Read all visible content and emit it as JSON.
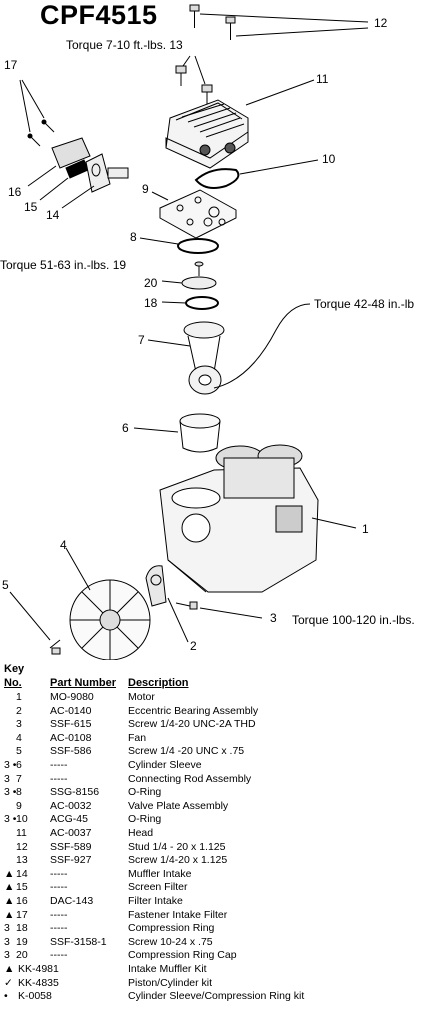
{
  "title": "CPF4515",
  "torque_labels": {
    "t13": "Torque  7-10 ft.-lbs. 13",
    "t19": "Torque  51-63 in.-lbs. 19",
    "t7": "Torque  42-48 in.-lb",
    "t3": "Torque 100-120 in.-lbs."
  },
  "callouts": {
    "n12": "12",
    "n11": "11",
    "n10": "10",
    "n9": "9",
    "n17": "17",
    "n16": "16",
    "n15": "15",
    "n14": "14",
    "n8": "8",
    "n20": "20",
    "n18": "18",
    "n7": "7",
    "n6": "6",
    "n1": "1",
    "n4": "4",
    "n5": "5",
    "n3": "3",
    "n2": "2"
  },
  "legend": {
    "key": "Key",
    "headers": {
      "no": "No.",
      "part": "Part Number",
      "desc": "Description"
    },
    "rows": [
      {
        "mark": "",
        "no": "1",
        "part": "MO-9080",
        "desc": "Motor"
      },
      {
        "mark": "",
        "no": "2",
        "part": "AC-0140",
        "desc": "Eccentric Bearing Assembly"
      },
      {
        "mark": "",
        "no": "3",
        "part": "SSF-615",
        "desc": "Screw 1/4-20 UNC-2A THD"
      },
      {
        "mark": "",
        "no": "4",
        "part": "AC-0108",
        "desc": "Fan"
      },
      {
        "mark": "",
        "no": "5",
        "part": "SSF-586",
        "desc": "Screw 1/4 -20 UNC x .75"
      },
      {
        "mark": "3 •",
        "no": "6",
        "part": "-----",
        "desc": "Cylinder Sleeve"
      },
      {
        "mark": "3",
        "no": "7",
        "part": "-----",
        "desc": "Connecting Rod Assembly"
      },
      {
        "mark": "3 •",
        "no": "8",
        "part": "SSG-8156",
        "desc": "O-Ring"
      },
      {
        "mark": "",
        "no": "9",
        "part": "AC-0032",
        "desc": "Valve Plate Assembly"
      },
      {
        "mark": "3 •",
        "no": "10",
        "part": "ACG-45",
        "desc": "O-Ring"
      },
      {
        "mark": "",
        "no": "11",
        "part": "AC-0037",
        "desc": "Head"
      },
      {
        "mark": "",
        "no": "12",
        "part": "SSF-589",
        "desc": "Stud 1/4 - 20 x 1.125"
      },
      {
        "mark": "",
        "no": "13",
        "part": "SSF-927",
        "desc": "Screw 1/4-20 x 1.125"
      },
      {
        "mark": "▲",
        "no": "14",
        "part": "-----",
        "desc": "Muffler Intake"
      },
      {
        "mark": "▲",
        "no": "15",
        "part": "-----",
        "desc": "Screen Filter"
      },
      {
        "mark": "▲",
        "no": "16",
        "part": "DAC-143",
        "desc": "Filter Intake"
      },
      {
        "mark": "▲",
        "no": "17",
        "part": "-----",
        "desc": "Fastener Intake Filter"
      },
      {
        "mark": "3",
        "no": "18",
        "part": "-----",
        "desc": "Compression Ring"
      },
      {
        "mark": "3",
        "no": "19",
        "part": "SSF-3158-1",
        "desc": "Screw 10-24 x .75"
      },
      {
        "mark": "3",
        "no": "20",
        "part": "-----",
        "desc": "Compression Ring Cap"
      }
    ],
    "kits": [
      {
        "mark": "▲",
        "part": "KK-4981",
        "desc": "Intake Muffler Kit"
      },
      {
        "mark": "✓",
        "part": "KK-4835",
        "desc": "Piston/Cylinder kit"
      },
      {
        "mark": "•",
        "part": "K-0058",
        "desc": "Cylinder Sleeve/Compression Ring kit"
      }
    ]
  }
}
